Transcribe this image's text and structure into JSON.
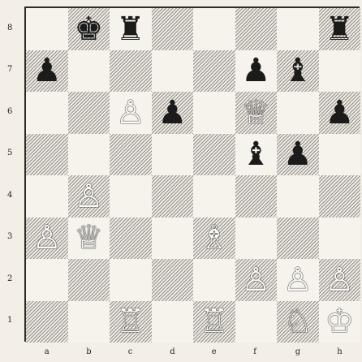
{
  "board": {
    "files": [
      "a",
      "b",
      "c",
      "d",
      "e",
      "f",
      "g",
      "h"
    ],
    "ranks": [
      "8",
      "7",
      "6",
      "5",
      "4",
      "3",
      "2",
      "1"
    ],
    "pieces": [
      {
        "square": "b8",
        "color": "black",
        "type": "king",
        "glyph": "♚"
      },
      {
        "square": "c8",
        "color": "black",
        "type": "rook",
        "glyph": "♜"
      },
      {
        "square": "h8",
        "color": "black",
        "type": "rook",
        "glyph": "♜"
      },
      {
        "square": "a7",
        "color": "black",
        "type": "pawn",
        "glyph": "♟"
      },
      {
        "square": "f7",
        "color": "black",
        "type": "pawn",
        "glyph": "♟"
      },
      {
        "square": "g7",
        "color": "black",
        "type": "bishop",
        "glyph": "♝"
      },
      {
        "square": "c6",
        "color": "white",
        "type": "pawn",
        "glyph": "♙"
      },
      {
        "square": "d6",
        "color": "black",
        "type": "pawn",
        "glyph": "♟"
      },
      {
        "square": "f6",
        "color": "white",
        "type": "queen",
        "glyph": "♕"
      },
      {
        "square": "h6",
        "color": "black",
        "type": "pawn",
        "glyph": "♟"
      },
      {
        "square": "f5",
        "color": "black",
        "type": "bishop",
        "glyph": "♝"
      },
      {
        "square": "g5",
        "color": "black",
        "type": "pawn",
        "glyph": "♟"
      },
      {
        "square": "b4",
        "color": "white",
        "type": "pawn",
        "glyph": "♙"
      },
      {
        "square": "a3",
        "color": "white",
        "type": "pawn",
        "glyph": "♙"
      },
      {
        "square": "b3",
        "color": "white",
        "type": "queen",
        "glyph": "♕"
      },
      {
        "square": "e3",
        "color": "white",
        "type": "bishop",
        "glyph": "♗"
      },
      {
        "square": "f2",
        "color": "white",
        "type": "pawn",
        "glyph": "♙"
      },
      {
        "square": "g2",
        "color": "white",
        "type": "pawn",
        "glyph": "♙"
      },
      {
        "square": "h2",
        "color": "white",
        "type": "pawn",
        "glyph": "♙"
      },
      {
        "square": "c1",
        "color": "white",
        "type": "rook",
        "glyph": "♖"
      },
      {
        "square": "e1",
        "color": "white",
        "type": "rook",
        "glyph": "♖"
      },
      {
        "square": "g1",
        "color": "white",
        "type": "knight",
        "glyph": "♘"
      },
      {
        "square": "h1",
        "color": "white",
        "type": "king",
        "glyph": "♔"
      }
    ]
  }
}
